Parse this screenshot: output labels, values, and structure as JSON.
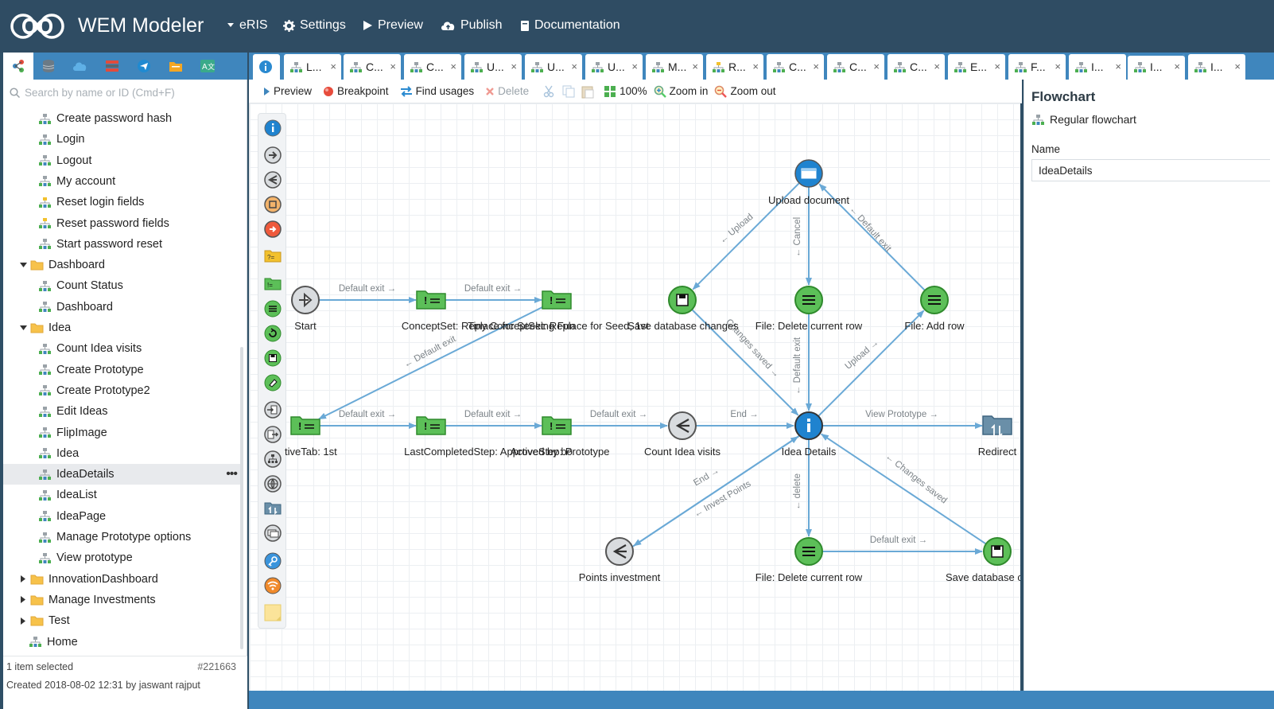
{
  "header": {
    "app_title": "WEM Modeler",
    "menu": [
      {
        "label": "eRIS",
        "icon": "caret-down-icon"
      },
      {
        "label": "Settings",
        "icon": "gear-icon"
      },
      {
        "label": "Preview",
        "icon": "play-icon"
      },
      {
        "label": "Publish",
        "icon": "cloud-upload-icon"
      },
      {
        "label": "Documentation",
        "icon": "book-icon"
      }
    ]
  },
  "left_panel": {
    "tabs": [
      "project-tree-icon",
      "database-icon",
      "cloud-icon",
      "list-icon",
      "telegram-icon",
      "folder-icon",
      "translate-icon"
    ],
    "search_placeholder": "Search by name or ID (Cmd+F)",
    "tree": [
      {
        "label": "Create password hash",
        "type": "flowchart",
        "level": 2
      },
      {
        "label": "Login",
        "type": "flowchart",
        "level": 2
      },
      {
        "label": "Logout",
        "type": "flowchart",
        "level": 2
      },
      {
        "label": "My account",
        "type": "flowchart",
        "level": 2
      },
      {
        "label": "Reset login fields",
        "type": "flowchart-yellow",
        "level": 2
      },
      {
        "label": "Reset password fields",
        "type": "flowchart-yellow",
        "level": 2
      },
      {
        "label": "Start password reset",
        "type": "flowchart",
        "level": 2
      },
      {
        "label": "Dashboard",
        "type": "folder-open",
        "level": 1
      },
      {
        "label": "Count Status",
        "type": "flowchart",
        "level": 2
      },
      {
        "label": "Dashboard",
        "type": "flowchart",
        "level": 2
      },
      {
        "label": "Idea",
        "type": "folder-open",
        "level": 1
      },
      {
        "label": "Count Idea visits",
        "type": "flowchart",
        "level": 2
      },
      {
        "label": "Create Prototype",
        "type": "flowchart",
        "level": 2
      },
      {
        "label": "Create Prototype2",
        "type": "flowchart",
        "level": 2
      },
      {
        "label": "Edit Ideas",
        "type": "flowchart",
        "level": 2
      },
      {
        "label": "FlipImage",
        "type": "flowchart",
        "level": 2
      },
      {
        "label": "Idea",
        "type": "flowchart",
        "level": 2
      },
      {
        "label": "IdeaDetails",
        "type": "flowchart",
        "level": 2,
        "selected": true
      },
      {
        "label": "IdeaList",
        "type": "flowchart",
        "level": 2
      },
      {
        "label": "IdeaPage",
        "type": "flowchart",
        "level": 2
      },
      {
        "label": "Manage Prototype options",
        "type": "flowchart",
        "level": 2
      },
      {
        "label": "View prototype",
        "type": "flowchart",
        "level": 2
      },
      {
        "label": "InnovationDashboard",
        "type": "folder-closed",
        "level": 1
      },
      {
        "label": "Manage Investments",
        "type": "folder-closed",
        "level": 1
      },
      {
        "label": "Test",
        "type": "folder-closed",
        "level": 1
      },
      {
        "label": "Home",
        "type": "flowchart",
        "level": 0
      }
    ],
    "more_label": "•••",
    "footer": {
      "selected": "1 item selected",
      "id": "#221663",
      "created": "Created 2018-08-02 12:31 by jaswant rajput"
    }
  },
  "editor_tabs": [
    {
      "label": "",
      "icon": "info-icon"
    },
    {
      "label": "L..."
    },
    {
      "label": "C..."
    },
    {
      "label": "C..."
    },
    {
      "label": "U..."
    },
    {
      "label": "U..."
    },
    {
      "label": "U..."
    },
    {
      "label": "M..."
    },
    {
      "label": "R..."
    },
    {
      "label": "C..."
    },
    {
      "label": "C..."
    },
    {
      "label": "C..."
    },
    {
      "label": "E..."
    },
    {
      "label": "F..."
    },
    {
      "label": "I..."
    },
    {
      "label": "I...",
      "active": true
    },
    {
      "label": "I..."
    }
  ],
  "close_glyph": "×",
  "toolbar": {
    "preview": "Preview",
    "breakpoint": "Breakpoint",
    "find_usages": "Find usages",
    "delete": "Delete",
    "zoom_level": "100%",
    "zoom_in": "Zoom in",
    "zoom_out": "Zoom out"
  },
  "palette": [
    "info-node-icon",
    "exit-node-icon",
    "decision-node-icon",
    "navigation-node-icon",
    "stop-node-icon",
    "question-folder-icon",
    "assignment-icon",
    "list-node-icon",
    "loop-icon",
    "save-icon",
    "eraser-icon",
    "import-icon",
    "export-icon",
    "flowchart-call-icon",
    "web-icon",
    "redirect-icon",
    "popup-icon",
    "key-icon",
    "wifi-icon",
    "note-icon"
  ],
  "flowchart": {
    "nodes": [
      {
        "id": "start",
        "label": "Start",
        "kind": "start"
      },
      {
        "id": "cs1",
        "label": "ConceptSet: Replace for Seeking Fun",
        "kind": "assign"
      },
      {
        "id": "cs2",
        "label": "Tiny ConceptSet: Replace for Seed, 1st",
        "kind": "assign"
      },
      {
        "id": "save1",
        "label": "Save database changes",
        "kind": "save"
      },
      {
        "id": "upload",
        "label": "Upload document",
        "kind": "upload"
      },
      {
        "id": "fdel1",
        "label": "File: Delete current row",
        "kind": "list"
      },
      {
        "id": "fadd",
        "label": "File: Add row",
        "kind": "list"
      },
      {
        "id": "tab",
        "label": "tiveTab: 1st",
        "kind": "assign"
      },
      {
        "id": "lcs",
        "label": "LastCompletedStep: Approved by bo",
        "kind": "assign"
      },
      {
        "id": "as",
        "label": "ActiveStep: Prototype",
        "kind": "assign"
      },
      {
        "id": "count",
        "label": "Count Idea visits",
        "kind": "decision"
      },
      {
        "id": "details",
        "label": "Idea Details",
        "kind": "info"
      },
      {
        "id": "redirect",
        "label": "Redirect",
        "kind": "redirect"
      },
      {
        "id": "points",
        "label": "Points investment",
        "kind": "decision"
      },
      {
        "id": "fdel2",
        "label": "File: Delete current row",
        "kind": "list"
      },
      {
        "id": "save2",
        "label": "Save database changes",
        "kind": "save"
      }
    ],
    "edge_labels": {
      "e1": "Default exit →",
      "e2": "Default exit →",
      "e3": "← Default exit",
      "e4": "Default exit →",
      "e5": "Default exit →",
      "e6": "Default exit →",
      "e7": "End →",
      "e8": "View Prototype →",
      "e9": "← Upload",
      "e10": "← Cancel",
      "e11": "← Default exit",
      "e12": "Changes saved →",
      "e13": "← Default exit",
      "e14": "Upload →",
      "e15": "End →",
      "e16": "← Invest Points",
      "e17": "← delete",
      "e18": "Default exit →",
      "e19": "← Changes saved"
    }
  },
  "right_panel": {
    "title": "Flowchart",
    "type_label": "Regular flowchart",
    "name_label": "Name",
    "name_value": "IdeaDetails"
  },
  "colors": {
    "header_bg": "#2f4c63",
    "accent_blue": "#3f86bd",
    "node_green": "#4caf50",
    "edge_blue": "#6aa9d6"
  }
}
